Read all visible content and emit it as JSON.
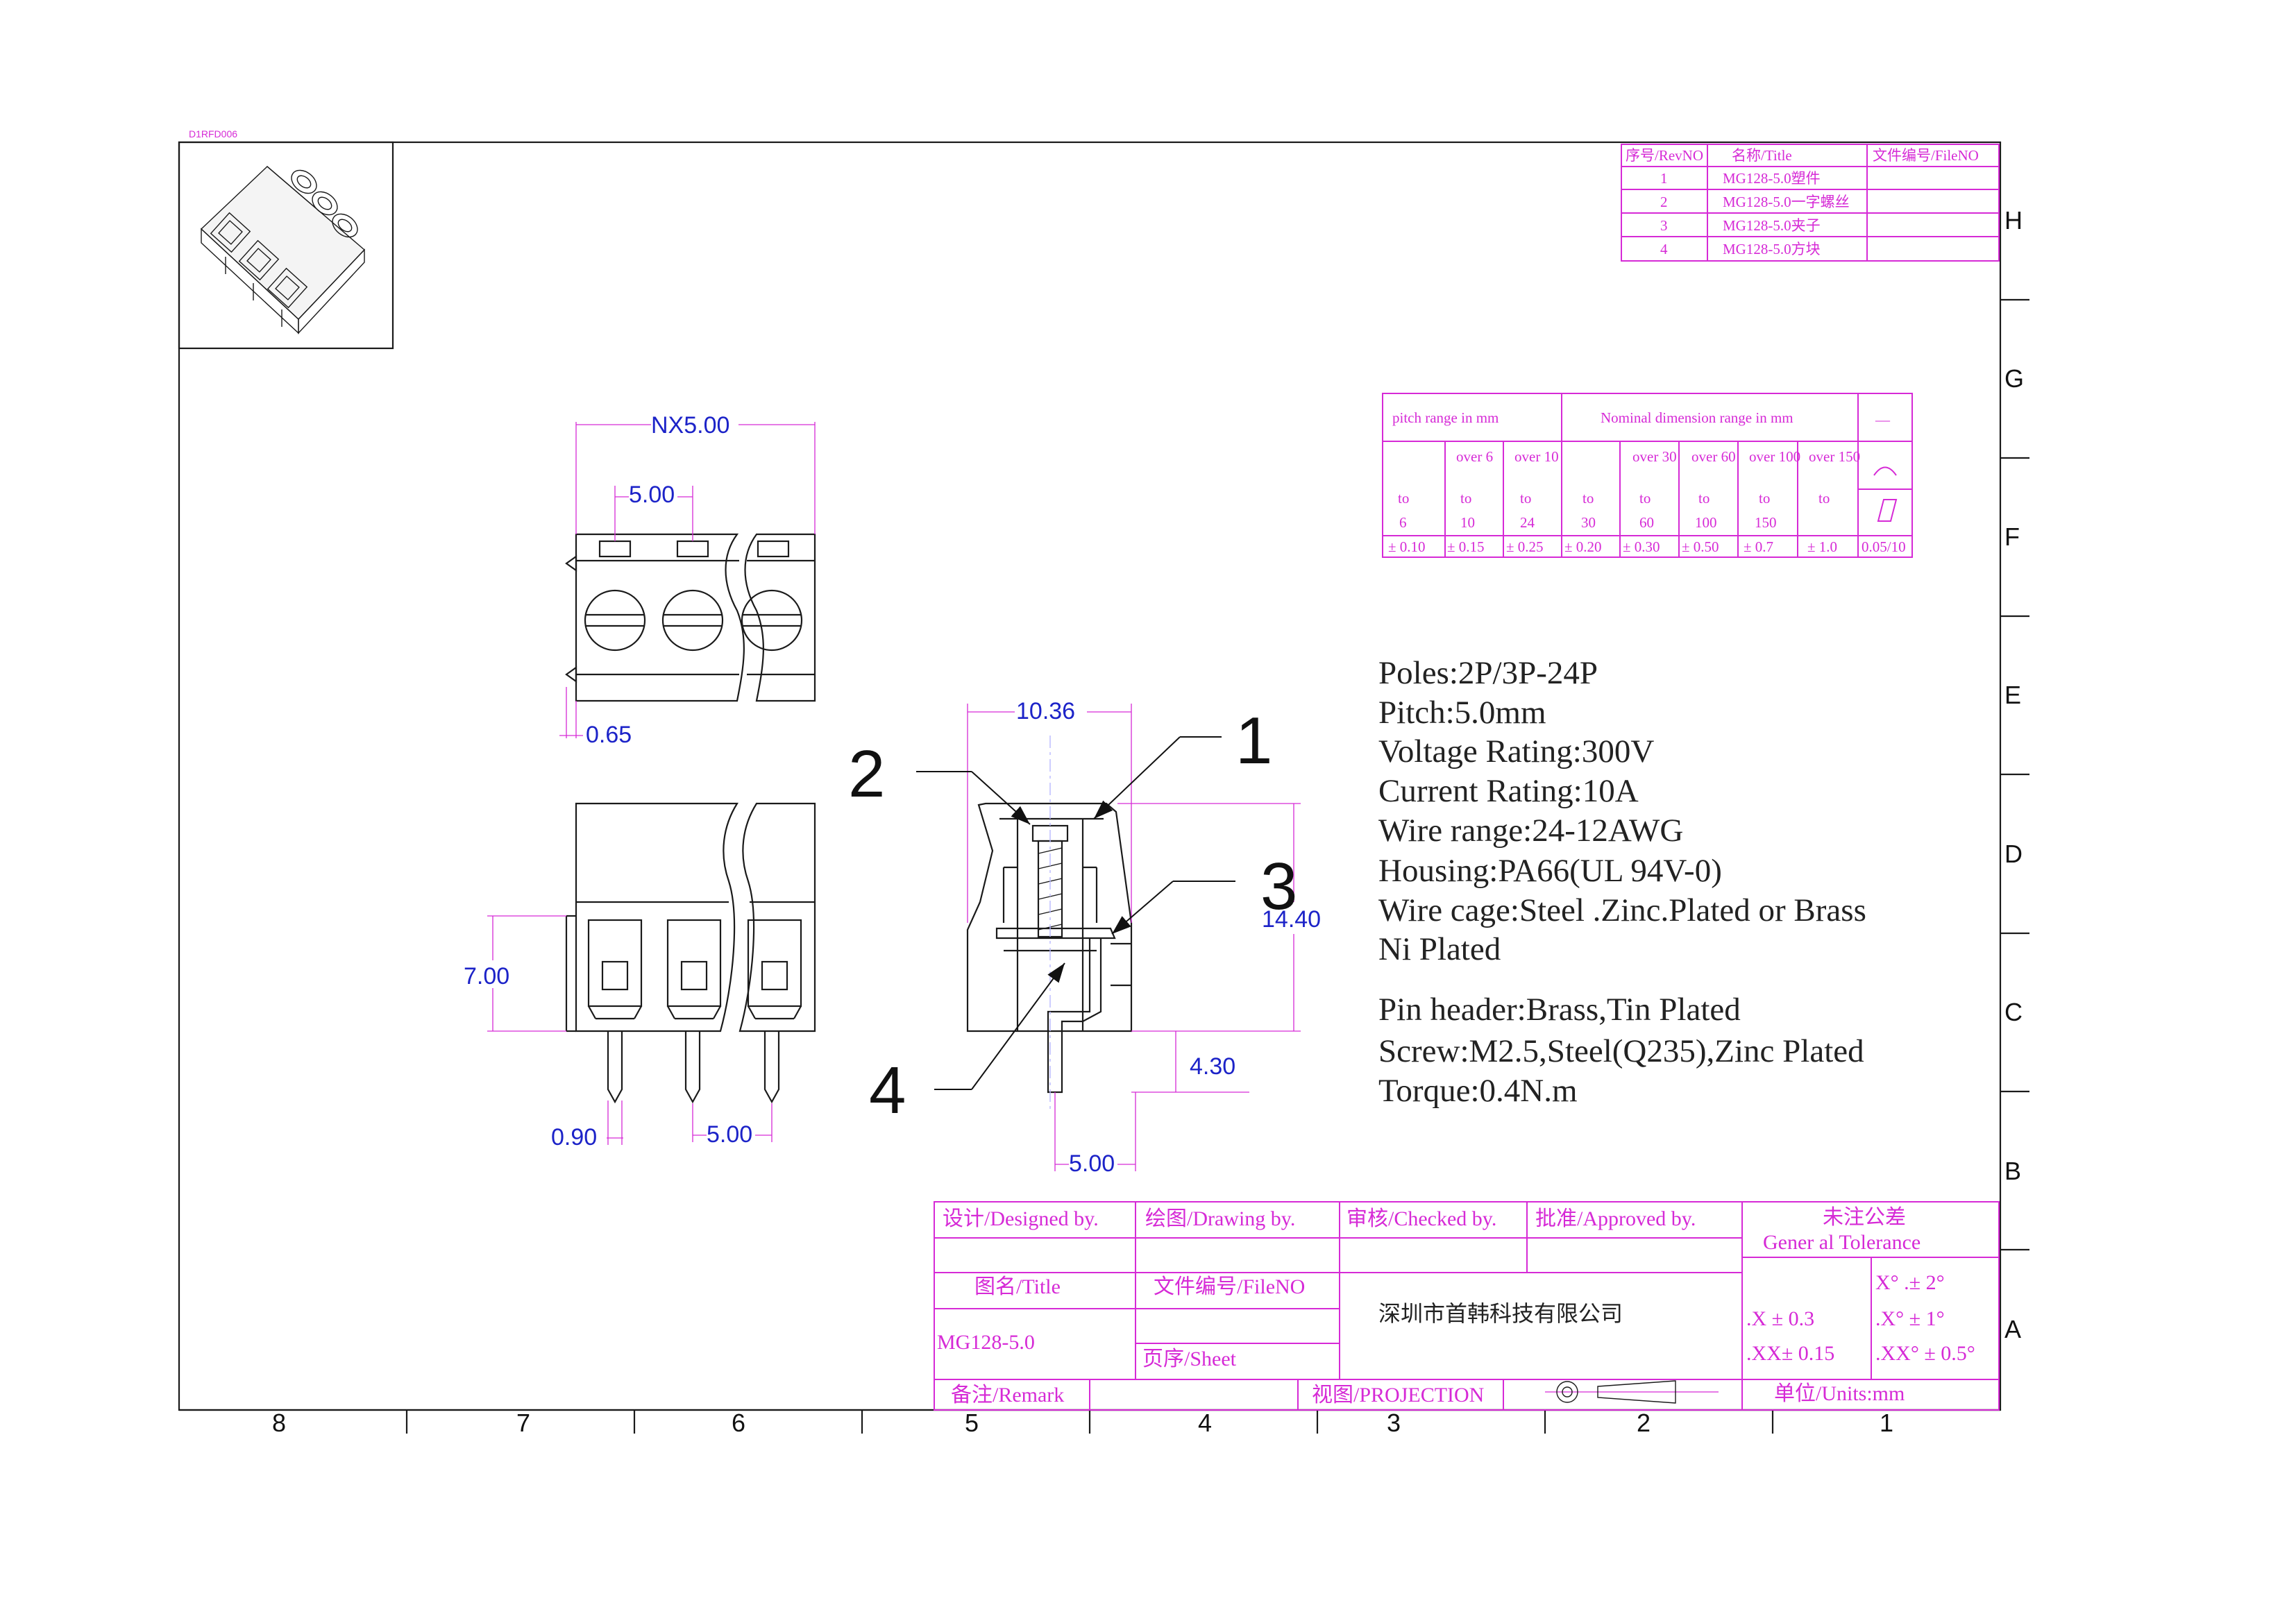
{
  "drawing_code": "D1RFD006",
  "revision_table": {
    "headers": [
      "序号/RevNO",
      "名称/Title",
      "文件编号/FileNO"
    ],
    "rows": [
      {
        "no": "1",
        "title": "MG128-5.0塑件"
      },
      {
        "no": "2",
        "title": "MG128-5.0一字螺丝"
      },
      {
        "no": "3",
        "title": "MG128-5.0夹子"
      },
      {
        "no": "4",
        "title": "MG128-5.0方块"
      }
    ]
  },
  "tolerance_table": {
    "header_pitch": "pitch range in mm",
    "header_nominal": "Nominal dimension range in mm",
    "header_dash": "—",
    "columns": [
      {
        "l1": "",
        "l2": "to",
        "l3": "6",
        "tol": "± 0.10"
      },
      {
        "l1": "over 6",
        "l2": "to",
        "l3": "10",
        "tol": "± 0.15"
      },
      {
        "l1": "over 10",
        "l2": "to",
        "l3": "24",
        "tol": "± 0.25"
      },
      {
        "l1": "",
        "l2": "to",
        "l3": "30",
        "tol": "± 0.20"
      },
      {
        "l1": "over 30",
        "l2": "to",
        "l3": "60",
        "tol": "± 0.30"
      },
      {
        "l1": "over 60",
        "l2": "to",
        "l3": "100",
        "tol": "± 0.50"
      },
      {
        "l1": "over 100",
        "l2": "to",
        "l3": "150",
        "tol": "± 0.7"
      },
      {
        "l1": "over 150",
        "l2": "to",
        "l3": "",
        "tol": "± 1.0"
      }
    ],
    "last_tol": "0.05/10"
  },
  "dimensions": {
    "nx": "NX5.00",
    "pitch_top": "5.00",
    "offset": "0.65",
    "height_side": "7.00",
    "pin_dia": "0.90",
    "pitch_bottom": "5.00",
    "width_side": "10.36",
    "height_total": "14.40",
    "pin_len": "4.30",
    "pin_offset": "5.00"
  },
  "callouts": [
    "1",
    "2",
    "3",
    "4"
  ],
  "specs": {
    "lines_a": [
      "Poles:2P/3P-24P",
      "Pitch:5.0mm",
      "Voltage Rating:300V",
      "Current Rating:10A",
      "Wire range:24-12AWG",
      "Housing:PA66(UL 94V-0)",
      "Wire cage:Steel .Zinc.Plated or Brass",
      "Ni Plated"
    ],
    "lines_b": [
      "Pin header:Brass,Tin Plated",
      "Screw:M2.5,Steel(Q235),Zinc Plated",
      "Torque:0.4N.m"
    ]
  },
  "title_block": {
    "designed": "设计/Designed by.",
    "drawing": "绘图/Drawing by.",
    "checked": "审核/Checked by.",
    "approved": "批准/Approved by.",
    "general_tol_cn": "未注公差",
    "general_tol_en": "Gener al Tolerance",
    "title_label": "图名/Title",
    "file_label": "文件编号/FileNO",
    "title_value": "MG128-5.0",
    "sheet_label": "页序/Sheet",
    "company": "深圳市首韩科技有限公司",
    "tol_x": ".X ± 0.3",
    "tol_xx": ".XX± 0.15",
    "ang_1": "X° .± 2°",
    "ang_2": ".X° ± 1°",
    "ang_3": ".XX° ± 0.5°",
    "remark_label": "备注/Remark",
    "projection_label": "视图/PROJECTION",
    "units_label": "单位/Units:mm"
  },
  "zones_x": [
    "8",
    "7",
    "6",
    "5",
    "4",
    "3",
    "2",
    "1"
  ],
  "zones_y": [
    "H",
    "G",
    "F",
    "E",
    "D",
    "C",
    "B",
    "A"
  ],
  "colors": {
    "magenta": "#d62ad6",
    "dimension_blue": "#1c23c8",
    "line": "#1a1a1a"
  }
}
